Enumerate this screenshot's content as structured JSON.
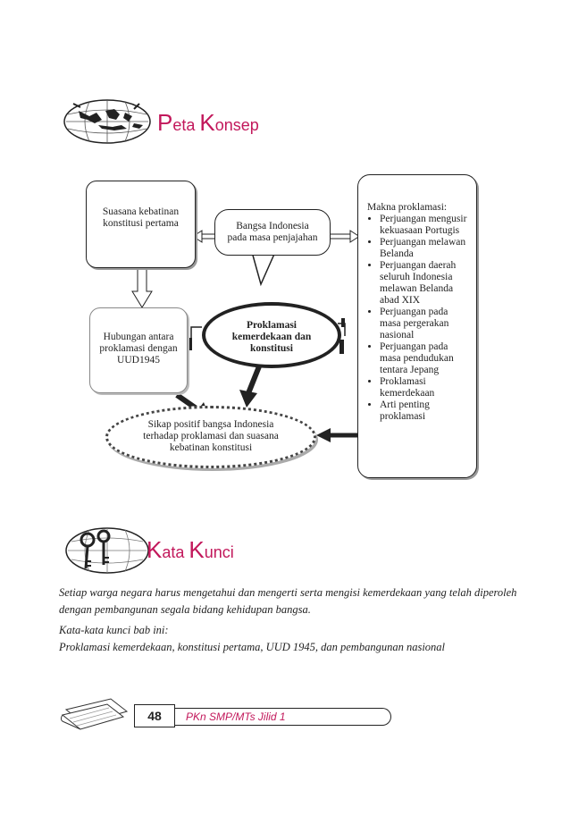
{
  "peta_konsep": {
    "heading_first": "P",
    "heading_rest1": "eta ",
    "heading_second": "K",
    "heading_rest2": "onsep"
  },
  "concept_map": {
    "suasana": "Suasana kebatinan konstitusi pertama",
    "bangsa": "Bangsa Indonesia pada masa penjajahan",
    "hubungan": "Hubungan antara proklamasi dengan UUD1945",
    "proklamasi": "Proklamasi kemerdekaan dan konstitusi",
    "sikap": "Sikap positif bangsa Indonesia terhadap proklamasi dan suasana kebatinan konstitusi",
    "makna_title": "Makna proklamasi:",
    "makna_items": [
      "Perjuangan mengusir kekuasaan Portugis",
      "Perjuangan melawan Belanda",
      "Perjuangan daerah seluruh Indonesia melawan Belanda abad XIX",
      "Perjuangan pada masa pergerakan nasional",
      "Perjuangan pada masa pendudukan tentara Jepang",
      "Proklamasi kemerdekaan",
      "Arti penting proklamasi"
    ]
  },
  "kata_kunci": {
    "heading_first": "K",
    "heading_rest1": "ata ",
    "heading_second": "K",
    "heading_rest2": "unci",
    "paragraph1": "Setiap warga negara harus mengetahui dan mengerti serta mengisi kemerdekaan yang telah diperoleh dengan pembangunan segala bidang kehidupan bangsa.",
    "paragraph2_label": "Kata-kata kunci bab  ini:",
    "paragraph2_text": "Proklamasi kemerdekaan, konstitusi  pertama, UUD 1945, dan pembangunan nasional"
  },
  "footer": {
    "page_number": "48",
    "book_title": "PKn SMP/MTs Jilid 1"
  },
  "colors": {
    "accent": "#c2185b",
    "line": "#222222"
  }
}
